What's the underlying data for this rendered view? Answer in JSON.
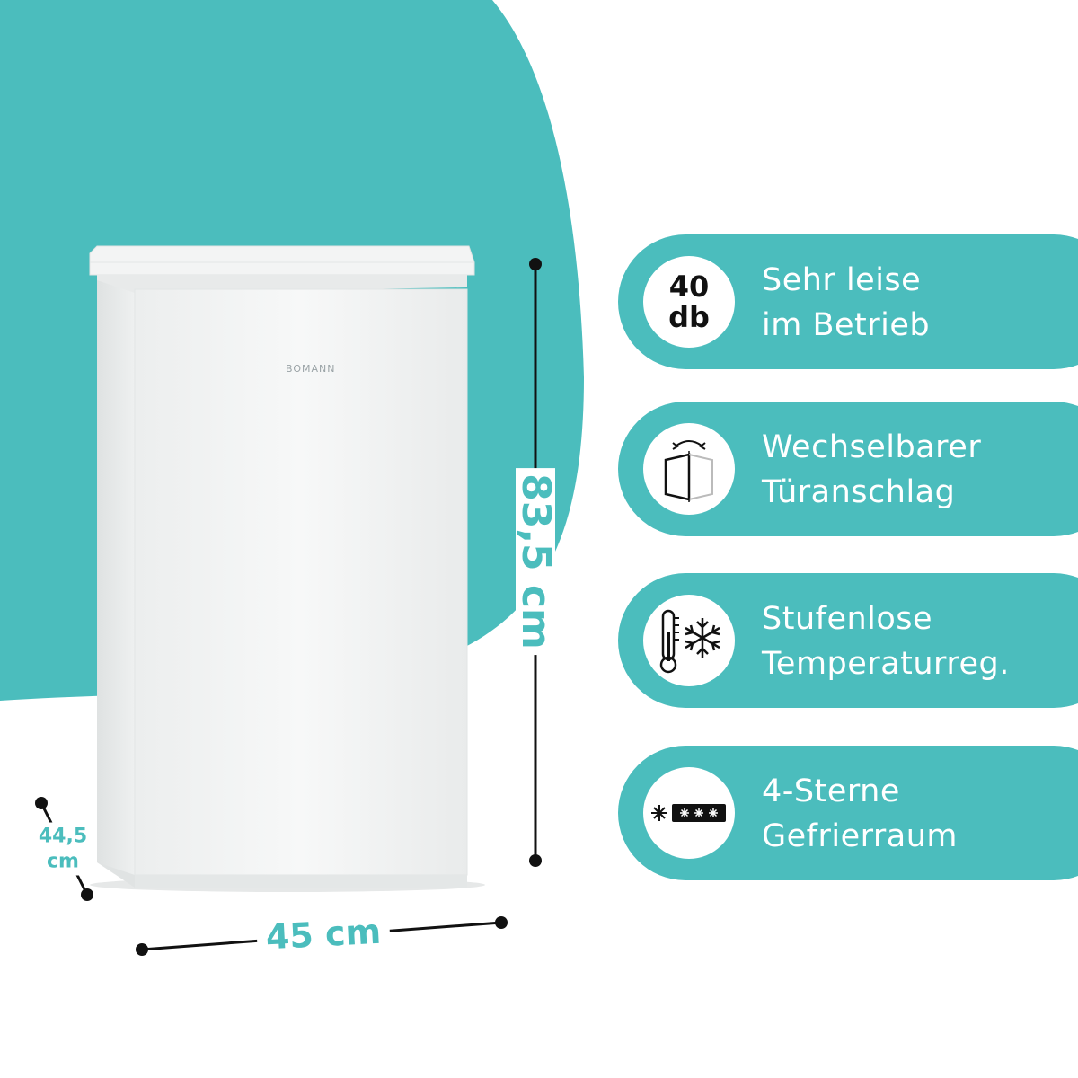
{
  "brand": "BOMANN",
  "dimensions": {
    "height": "83,5 cm",
    "width": "45 cm",
    "depth_value": "44,5",
    "depth_unit": "cm"
  },
  "features": [
    {
      "icon": "noise-40db-icon",
      "badge_line1": "40",
      "badge_line2": "db",
      "line1": "Sehr leise",
      "line2": "im Betrieb"
    },
    {
      "icon": "door-reversible-icon",
      "line1": "Wechselbarer",
      "line2": "Türanschlag"
    },
    {
      "icon": "thermometer-snowflake-icon",
      "line1": "Stufenlose",
      "line2": "Temperaturreg."
    },
    {
      "icon": "four-star-freezer-icon",
      "line1": "4-Sterne",
      "line2": "Gefrierraum"
    }
  ],
  "colors": {
    "accent": "#4bbdbd",
    "background": "#ffffff",
    "text_on_accent": "#ffffff"
  }
}
